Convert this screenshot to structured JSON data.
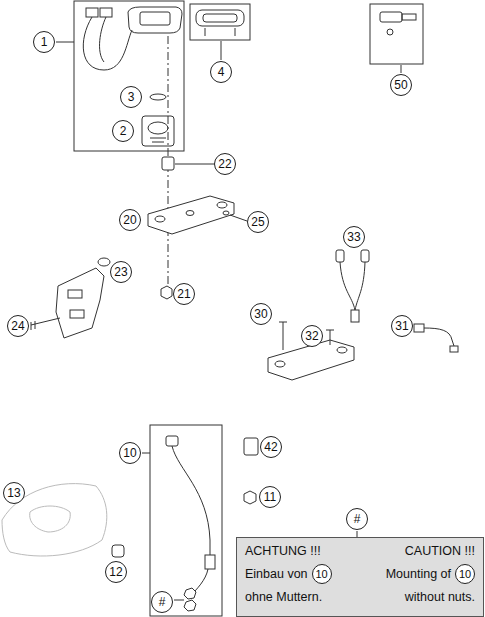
{
  "diagram": {
    "nodes": [
      {
        "text": [
          "ACHTUNG !!!",
          "CAUTION !!!",
          "Einbau von",
          "10",
          "ohne Muttern.",
          "Mounting of",
          "10",
          "without nuts."
        ]
      }
    ],
    "labels": [
      "1",
      "4",
      "50",
      "3",
      "2",
      "22",
      "20",
      "25",
      "23",
      "21",
      "24",
      "33",
      "30",
      "32",
      "31",
      "10",
      "42",
      "11",
      "13",
      "12",
      "#",
      "#"
    ]
  }
}
